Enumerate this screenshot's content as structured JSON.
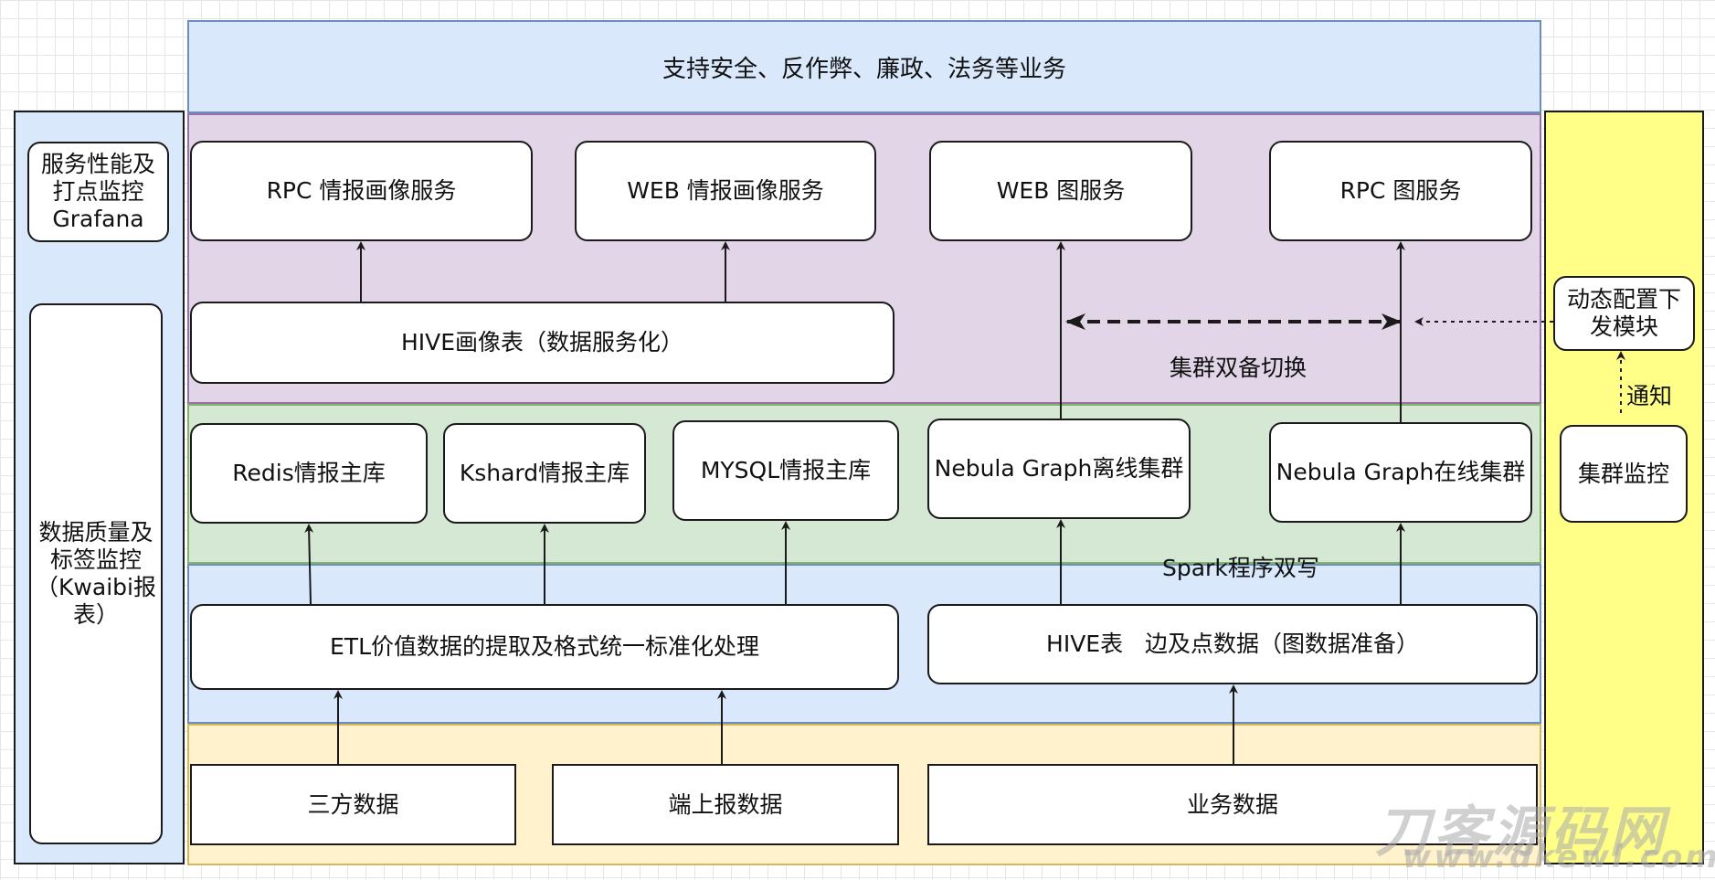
{
  "top_banner": "支持安全、反作弊、廉政、法务等业务",
  "left_panel": {
    "grafana": "服务性能及\n打点监控\nGrafana",
    "quality": "数据质量及\n标签监控\n（Kwaibi报\n表）"
  },
  "right_panel": {
    "dynamic_config": "动态配置下\n发模块",
    "notify_label": "通知",
    "cluster_monitor": "集群监控"
  },
  "services": {
    "rpc_profile": "RPC 情报画像服务",
    "web_profile": "WEB 情报画像服务",
    "web_graph": "WEB 图服务",
    "rpc_graph": "RPC 图服务",
    "hive_profile": "HIVE画像表（数据服务化）",
    "failover_label": "集群双备切换"
  },
  "storage": {
    "redis": "Redis情报主库",
    "kshard": "Kshard情报主库",
    "mysql": "MYSQL情报主库",
    "nebula_offline": "Nebula Graph离线集群",
    "nebula_online": "Nebula Graph在线集群",
    "spark_label": "Spark程序双写"
  },
  "processing": {
    "etl": "ETL价值数据的提取及格式统一标准化处理",
    "hive_edges": "HIVE表   边及点数据（图数据准备）"
  },
  "sources": {
    "third_party": "三方数据",
    "client_report": "端上报数据",
    "business": "业务数据"
  },
  "watermark": {
    "line1": "刀客源码网",
    "line2": "www.dkewl.com"
  },
  "colors": {
    "banner_blue": "#dae8fc",
    "banner_border": "#6c8ebf",
    "purple": "#e1d5e7",
    "green": "#d5e8d4",
    "orange": "#fff2cc",
    "yellow": "#ffff88",
    "line": "#1a1a1a"
  }
}
